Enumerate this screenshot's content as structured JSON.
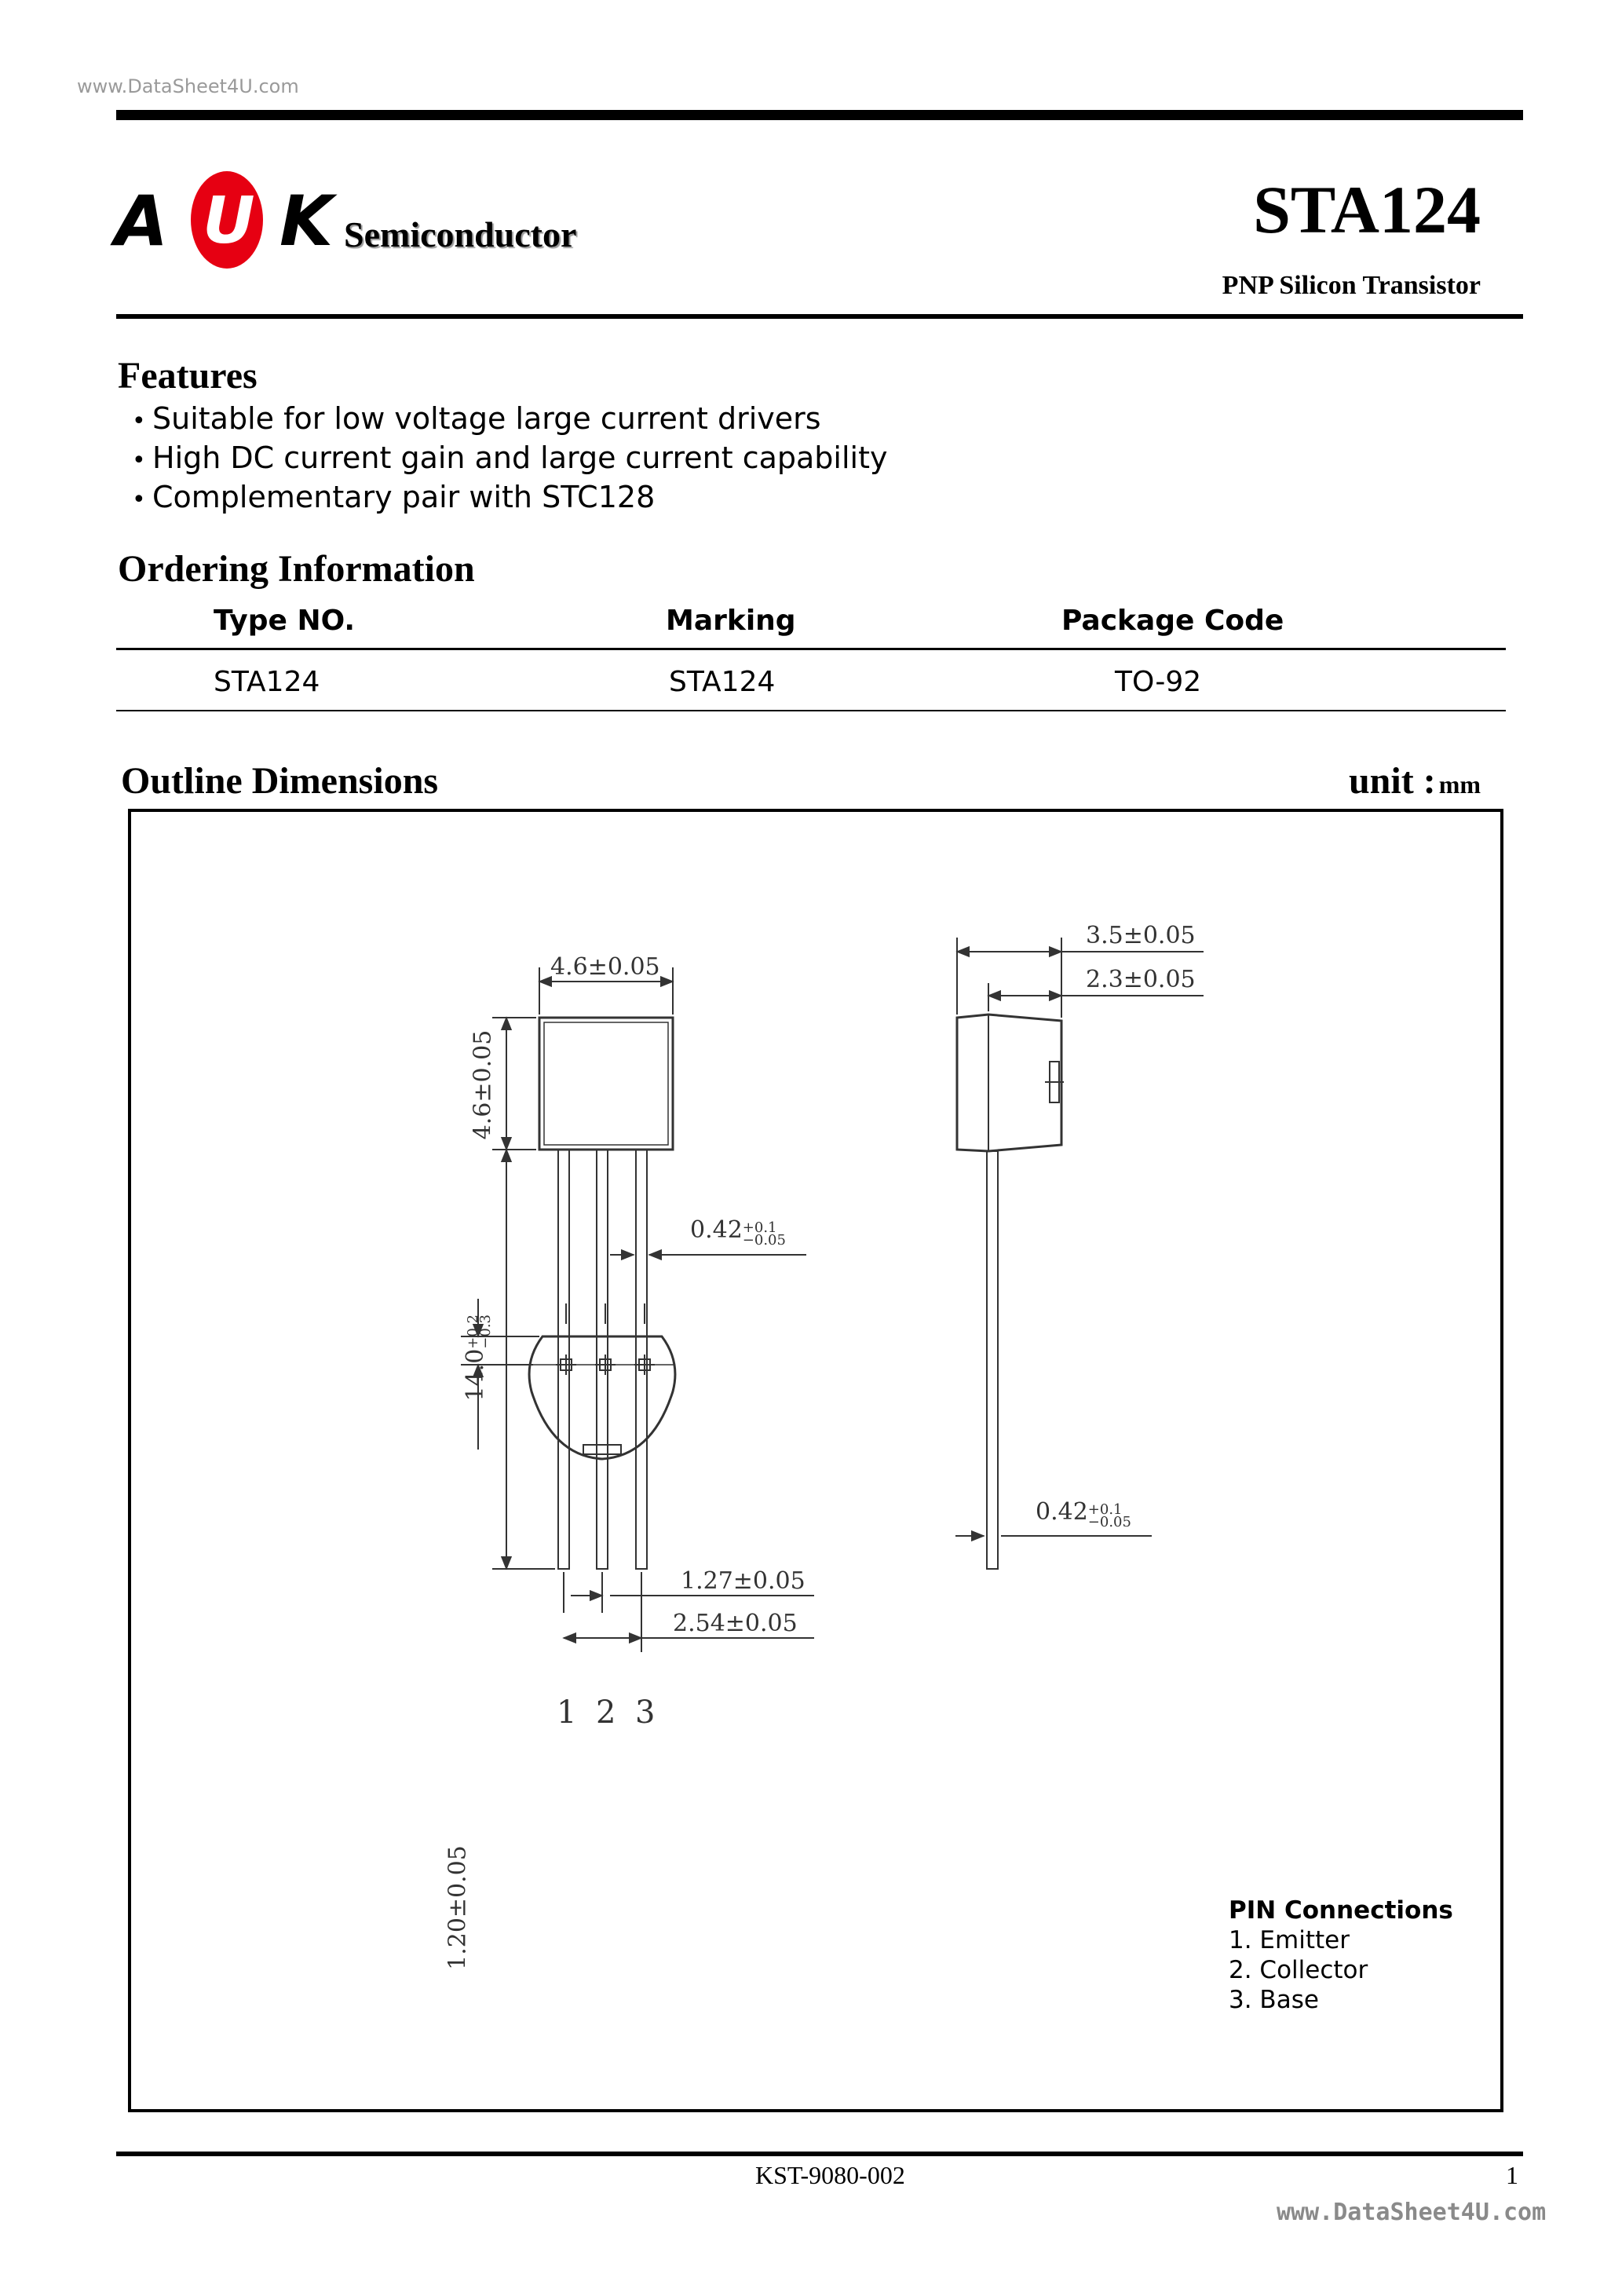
{
  "watermark_top": "www.DataSheet4U.com",
  "watermark_bottom": "www.DataSheet4U.com",
  "header": {
    "logo_letters": [
      "A",
      "U",
      "K"
    ],
    "logo_word": "Semiconductor",
    "part_number": "STA124",
    "subtitle": "PNP Silicon Transistor"
  },
  "features": {
    "title": "Features",
    "items": [
      "Suitable for low voltage large current drivers",
      "High DC current gain and large current capability",
      "Complementary pair with STC128"
    ]
  },
  "ordering": {
    "title": "Ordering Information",
    "headers": [
      "Type NO.",
      "Marking",
      "Package Code"
    ],
    "rows": [
      [
        "STA124",
        "STA124",
        "TO-92"
      ]
    ]
  },
  "outline": {
    "title": "Outline Dimensions",
    "unit_label": "unit :",
    "unit_value": "mm",
    "dimensions": {
      "body_width": "4.6±0.05",
      "body_height": "4.6±0.05",
      "lead_length": "14.0",
      "lead_length_tol_plus": "+0.2",
      "lead_length_tol_minus": "−0.3",
      "lead_width": "0.42",
      "lead_width_tol_plus": "+0.1",
      "lead_width_tol_minus": "−0.05",
      "pitch": "1.27±0.05",
      "span": "2.54±0.05",
      "side_depth": "3.5±0.05",
      "side_flat": "2.3±0.05",
      "side_lead_width": "0.42",
      "side_lead_tol_plus": "+0.1",
      "side_lead_tol_minus": "−0.05",
      "bottom_offset": "1.20±0.05"
    },
    "pin_numbers": [
      "1",
      "2",
      "3"
    ],
    "pin_connections": {
      "title": "PIN Connections",
      "items": [
        "1. Emitter",
        "2. Collector",
        "3. Base"
      ]
    }
  },
  "footer": {
    "doc_code": "KST-9080-002",
    "page": "1"
  },
  "colors": {
    "logo_red": "#e60012",
    "text": "#000000",
    "drawing": "#333333",
    "watermark": "#999999"
  }
}
